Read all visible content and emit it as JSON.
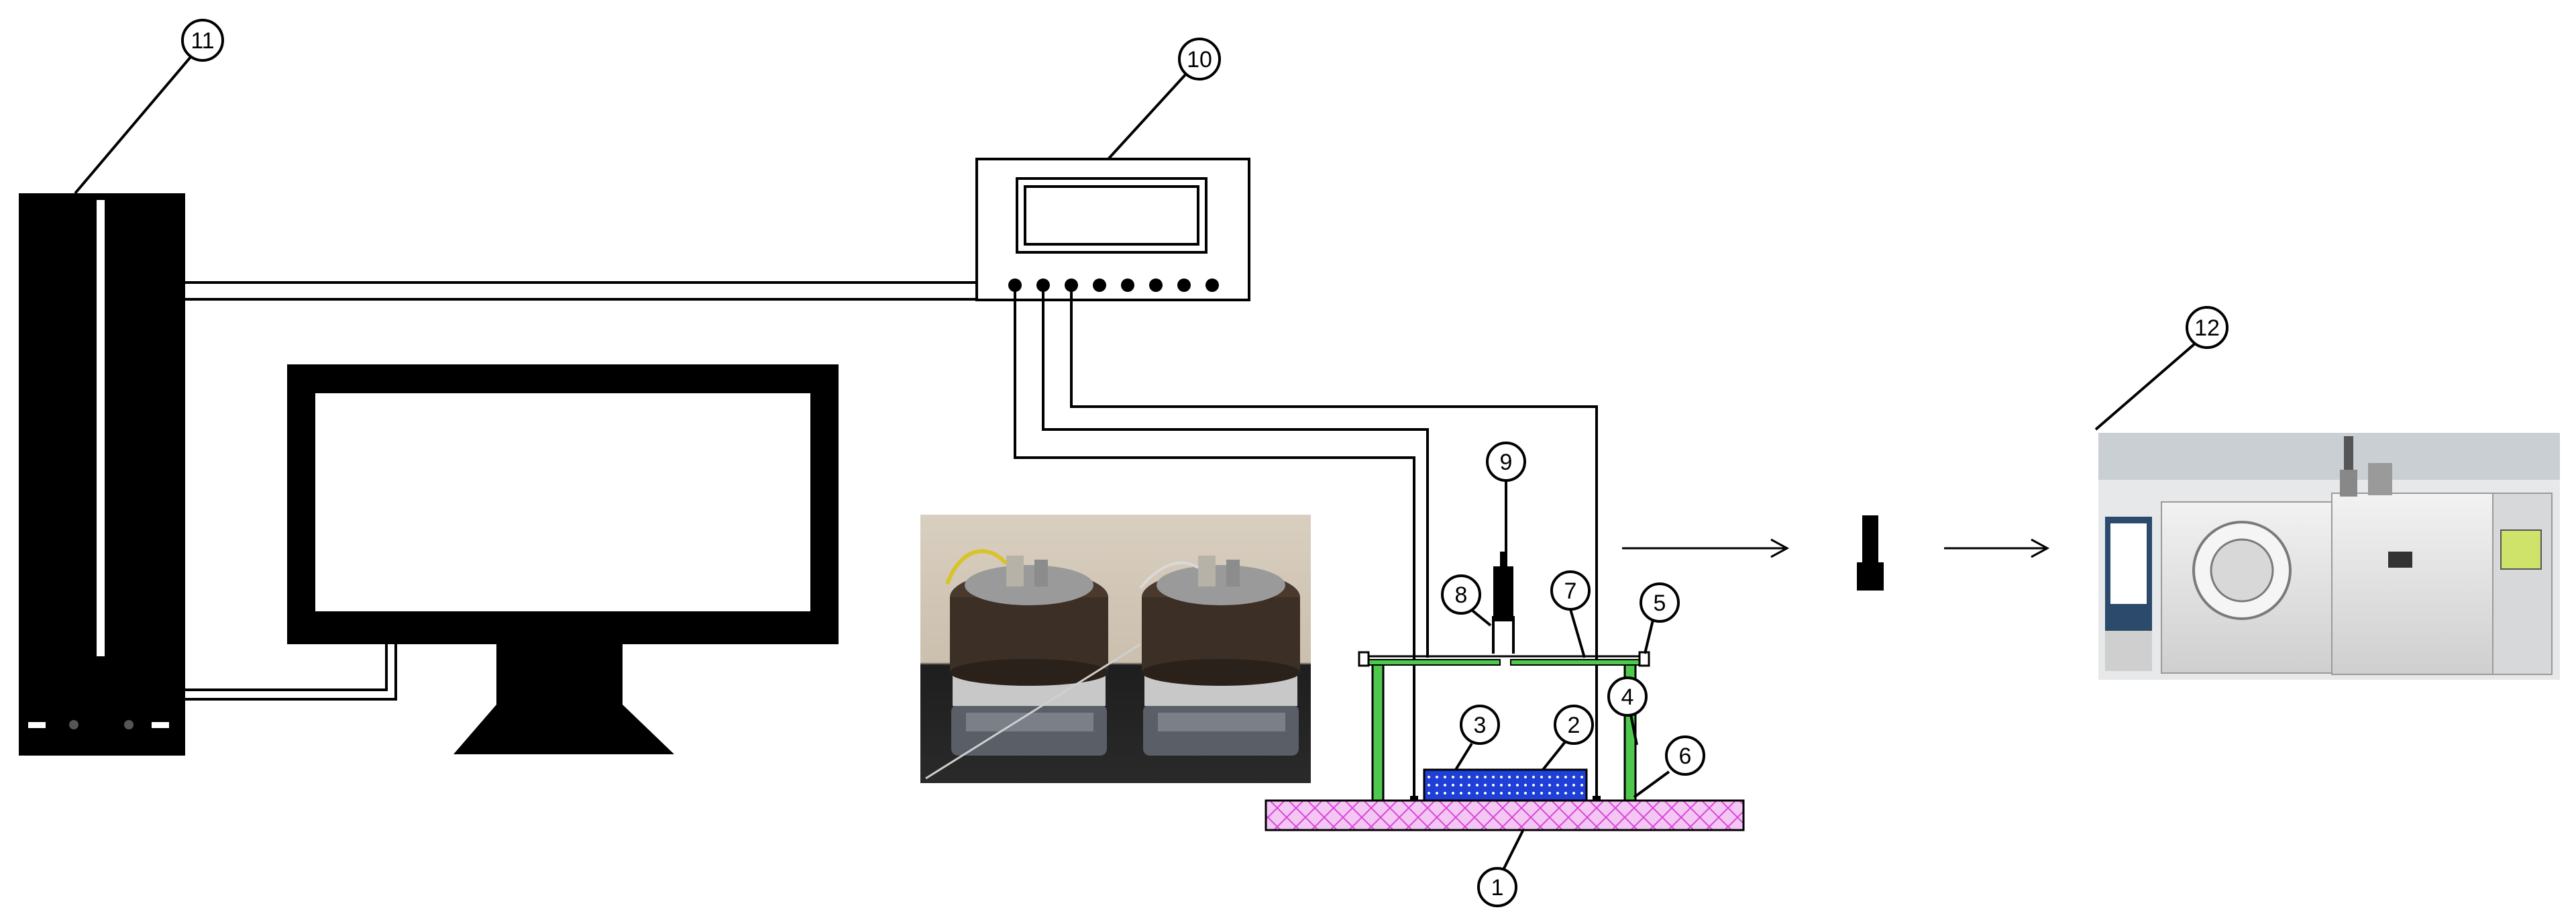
{
  "callouts": {
    "c1": "1",
    "c2": "2",
    "c3": "3",
    "c4": "4",
    "c5": "5",
    "c6": "6",
    "c7": "7",
    "c8": "8",
    "c9": "9",
    "c10": "10",
    "c11": "11",
    "c12": "12"
  },
  "components": {
    "c1": "base-plate",
    "c2": "soil-sample",
    "c3": "heating-plate",
    "c4": "chamber-wall",
    "c5": "lid-latch",
    "c6": "wall-foot",
    "c7": "chamber-lid",
    "c8": "gas-outlet-tube",
    "c9": "sampling-port",
    "c10": "data-logger",
    "c11": "pc-tower",
    "c12": "gas-chromatograph"
  },
  "colors": {
    "base_plate_fill": "#f3c6f3",
    "base_plate_hatch": "#d946d9",
    "wall_green": "#4ec94e",
    "sample_blue": "#1f3fd6",
    "line": "#000000"
  },
  "icons": {
    "flow_arrow": "arrow-right-icon",
    "vial": "sample-vial-icon"
  }
}
